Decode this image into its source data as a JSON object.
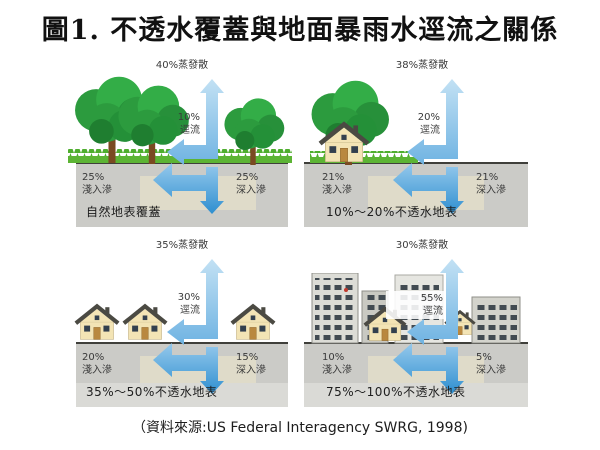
{
  "title": "圖1. 不透水覆蓋與地面暴雨水逕流之關係",
  "source": "（資料來源:US Federal Interagency SWRG, 1998)",
  "colors": {
    "arrow_blue_light": "#c2e1f4",
    "arrow_blue_deep": "#2e8fd0",
    "soil_gray": "#cbcbc7",
    "grass_green": "#5cb434",
    "tree_green": "#2f9e3f",
    "house_cream": "#f3e4b5",
    "roof_dark": "#4b4a43",
    "ground_line": "#3f3f3a",
    "text": "#333333"
  },
  "panels": [
    {
      "name": "natural-cover",
      "evapo": "40%蒸發散",
      "runoff_value": "10%",
      "runoff_label": "逕流",
      "shallow_value": "25%",
      "shallow_label": "淺入滲",
      "deep_value": "25%",
      "deep_label": "深入滲",
      "caption": "自然地表覆蓋"
    },
    {
      "name": "impervious-10-20",
      "evapo": "38%蒸發散",
      "runoff_value": "20%",
      "runoff_label": "逕流",
      "shallow_value": "21%",
      "shallow_label": "淺入滲",
      "deep_value": "21%",
      "deep_label": "深入滲",
      "caption": "10%～20%不透水地表"
    },
    {
      "name": "impervious-35-50",
      "evapo": "35%蒸發散",
      "runoff_value": "30%",
      "runoff_label": "逕流",
      "shallow_value": "20%",
      "shallow_label": "淺入滲",
      "deep_value": "15%",
      "deep_label": "深入滲",
      "caption": "35%～50%不透水地表"
    },
    {
      "name": "impervious-75-100",
      "evapo": "30%蒸發散",
      "runoff_value": "55%",
      "runoff_label": "逕流",
      "shallow_value": "10%",
      "shallow_label": "淺入滲",
      "deep_value": "5%",
      "deep_label": "深入滲",
      "caption": "75%～100%不透水地表"
    }
  ]
}
